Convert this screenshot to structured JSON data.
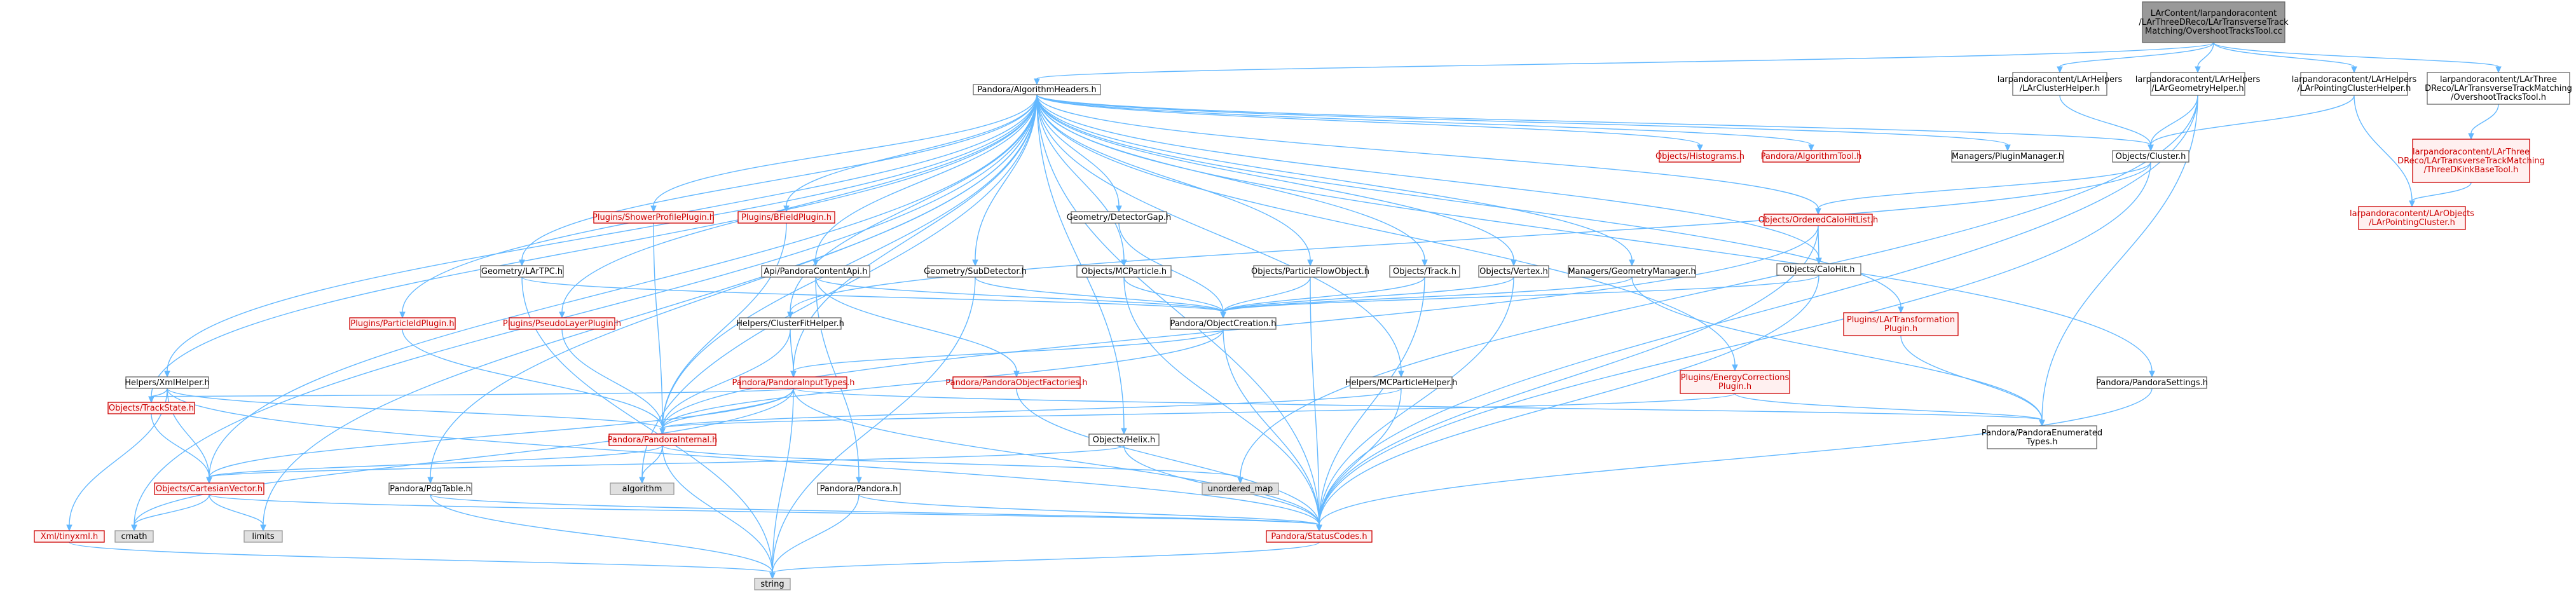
{
  "diagram": {
    "nodes": [
      {
        "id": "root",
        "kind": "root",
        "lines": [
          "LArContent/larpandoracontent",
          "/LArThreeDReco/LArTransverseTrack",
          "Matching/OvershootTracksTool.cc"
        ]
      },
      {
        "id": "algo",
        "kind": "doc",
        "lines": [
          "Pandora/AlgorithmHeaders.h"
        ]
      },
      {
        "id": "lch",
        "kind": "doc",
        "lines": [
          "larpandoracontent/LArHelpers",
          "/LArClusterHelper.h"
        ]
      },
      {
        "id": "lgh",
        "kind": "doc",
        "lines": [
          "larpandoracontent/LArHelpers",
          "/LArGeometryHelper.h"
        ]
      },
      {
        "id": "lpch",
        "kind": "doc",
        "lines": [
          "larpandoracontent/LArHelpers",
          "/LArPointingClusterHelper.h"
        ]
      },
      {
        "id": "ott",
        "kind": "doc",
        "lines": [
          "larpandoracontent/LArThree",
          "DReco/LArTransverseTrackMatching",
          "/OvershootTracksTool.h"
        ]
      },
      {
        "id": "tdkink",
        "kind": "red",
        "lines": [
          "larpandoracontent/LArThree",
          "DReco/LArTransverseTrackMatching",
          "/ThreeDKinkBaseTool.h"
        ]
      },
      {
        "id": "lpc",
        "kind": "red",
        "lines": [
          "larpandoracontent/LArObjects",
          "/LArPointingCluster.h"
        ]
      },
      {
        "id": "cluster",
        "kind": "doc",
        "lines": [
          "Objects/Cluster.h"
        ]
      },
      {
        "id": "hist",
        "kind": "red",
        "lines": [
          "Objects/Histograms.h"
        ]
      },
      {
        "id": "algtool",
        "kind": "red",
        "lines": [
          "Pandora/AlgorithmTool.h"
        ]
      },
      {
        "id": "plugmgr",
        "kind": "doc",
        "lines": [
          "Managers/PluginManager.h"
        ]
      },
      {
        "id": "ocal",
        "kind": "red",
        "lines": [
          "Objects/OrderedCaloHitList.h"
        ]
      },
      {
        "id": "calohit",
        "kind": "doc",
        "lines": [
          "Objects/CaloHit.h"
        ]
      },
      {
        "id": "geogap",
        "kind": "doc",
        "lines": [
          "Geometry/DetectorGap.h"
        ]
      },
      {
        "id": "spp",
        "kind": "red",
        "lines": [
          "Plugins/ShowerProfilePlugin.h"
        ]
      },
      {
        "id": "bfp",
        "kind": "red",
        "lines": [
          "Plugins/BFieldPlugin.h"
        ]
      },
      {
        "id": "tpc",
        "kind": "doc",
        "lines": [
          "Geometry/LArTPC.h"
        ]
      },
      {
        "id": "api",
        "kind": "doc",
        "lines": [
          "Api/PandoraContentApi.h"
        ]
      },
      {
        "id": "subdet",
        "kind": "doc",
        "lines": [
          "Geometry/SubDetector.h"
        ]
      },
      {
        "id": "mcp",
        "kind": "doc",
        "lines": [
          "Objects/MCParticle.h"
        ]
      },
      {
        "id": "pfo",
        "kind": "doc",
        "lines": [
          "Objects/ParticleFlowObject.h"
        ]
      },
      {
        "id": "track",
        "kind": "doc",
        "lines": [
          "Objects/Track.h"
        ]
      },
      {
        "id": "vertex",
        "kind": "doc",
        "lines": [
          "Objects/Vertex.h"
        ]
      },
      {
        "id": "geomgr",
        "kind": "doc",
        "lines": [
          "Managers/GeometryManager.h"
        ]
      },
      {
        "id": "ltp",
        "kind": "red",
        "lines": [
          "Plugins/LArTransformation",
          "Plugin.h"
        ]
      },
      {
        "id": "pidp",
        "kind": "red",
        "lines": [
          "Plugins/ParticleIdPlugin.h"
        ]
      },
      {
        "id": "plp",
        "kind": "red",
        "lines": [
          "Plugins/PseudoLayerPlugin.h"
        ]
      },
      {
        "id": "cfh",
        "kind": "doc",
        "lines": [
          "Helpers/ClusterFitHelper.h"
        ]
      },
      {
        "id": "oc",
        "kind": "doc",
        "lines": [
          "Pandora/ObjectCreation.h"
        ]
      },
      {
        "id": "xmlh",
        "kind": "doc",
        "lines": [
          "Helpers/XmlHelper.h"
        ]
      },
      {
        "id": "pit",
        "kind": "red",
        "lines": [
          "Pandora/PandoraInputTypes.h"
        ]
      },
      {
        "id": "pof",
        "kind": "red",
        "lines": [
          "Pandora/PandoraObjectFactories.h"
        ]
      },
      {
        "id": "mcph",
        "kind": "doc",
        "lines": [
          "Helpers/MCParticleHelper.h"
        ]
      },
      {
        "id": "ecp",
        "kind": "red",
        "lines": [
          "Plugins/EnergyCorrections",
          "Plugin.h"
        ]
      },
      {
        "id": "pset",
        "kind": "doc",
        "lines": [
          "Pandora/PandoraSettings.h"
        ]
      },
      {
        "id": "trackstate",
        "kind": "red",
        "lines": [
          "Objects/TrackState.h"
        ]
      },
      {
        "id": "pint",
        "kind": "red",
        "lines": [
          "Pandora/PandoraInternal.h"
        ]
      },
      {
        "id": "penum",
        "kind": "doc",
        "lines": [
          "Pandora/PandoraEnumerated",
          "Types.h"
        ]
      },
      {
        "id": "helix",
        "kind": "doc",
        "lines": [
          "Objects/Helix.h"
        ]
      },
      {
        "id": "umap",
        "kind": "gray",
        "lines": [
          "unordered_map"
        ]
      },
      {
        "id": "cv",
        "kind": "red",
        "lines": [
          "Objects/CartesianVector.h"
        ]
      },
      {
        "id": "algorithm",
        "kind": "gray",
        "lines": [
          "algorithm"
        ]
      },
      {
        "id": "pdg",
        "kind": "doc",
        "lines": [
          "Pandora/PdgTable.h"
        ]
      },
      {
        "id": "pandora",
        "kind": "doc",
        "lines": [
          "Pandora/Pandora.h"
        ]
      },
      {
        "id": "xml",
        "kind": "red",
        "lines": [
          "Xml/tinyxml.h"
        ]
      },
      {
        "id": "cmath",
        "kind": "gray",
        "lines": [
          "cmath"
        ]
      },
      {
        "id": "limits",
        "kind": "gray",
        "lines": [
          "limits"
        ]
      },
      {
        "id": "status",
        "kind": "red",
        "lines": [
          "Pandora/StatusCodes.h"
        ]
      },
      {
        "id": "string",
        "kind": "gray",
        "lines": [
          "string"
        ]
      }
    ],
    "edges": [
      [
        "root",
        "algo"
      ],
      [
        "root",
        "lch"
      ],
      [
        "root",
        "lgh"
      ],
      [
        "root",
        "lpch"
      ],
      [
        "root",
        "ott"
      ],
      [
        "lch",
        "cluster"
      ],
      [
        "lgh",
        "cluster"
      ],
      [
        "lgh",
        "penum"
      ],
      [
        "lgh",
        "status"
      ],
      [
        "lgh",
        "umap"
      ],
      [
        "lpch",
        "cluster"
      ],
      [
        "lpch",
        "lpc"
      ],
      [
        "ott",
        "tdkink"
      ],
      [
        "tdkink",
        "lpc"
      ],
      [
        "algo",
        "cluster"
      ],
      [
        "algo",
        "hist"
      ],
      [
        "algo",
        "algtool"
      ],
      [
        "algo",
        "plugmgr"
      ],
      [
        "algo",
        "ocal"
      ],
      [
        "algo",
        "calohit"
      ],
      [
        "algo",
        "geogap"
      ],
      [
        "algo",
        "spp"
      ],
      [
        "algo",
        "bfp"
      ],
      [
        "algo",
        "tpc"
      ],
      [
        "algo",
        "api"
      ],
      [
        "algo",
        "subdet"
      ],
      [
        "algo",
        "mcp"
      ],
      [
        "algo",
        "pfo"
      ],
      [
        "algo",
        "track"
      ],
      [
        "algo",
        "vertex"
      ],
      [
        "algo",
        "geomgr"
      ],
      [
        "algo",
        "ltp"
      ],
      [
        "algo",
        "pidp"
      ],
      [
        "algo",
        "plp"
      ],
      [
        "algo",
        "cfh"
      ],
      [
        "algo",
        "xmlh"
      ],
      [
        "algo",
        "pit"
      ],
      [
        "algo",
        "mcph"
      ],
      [
        "algo",
        "ecp"
      ],
      [
        "algo",
        "pset"
      ],
      [
        "algo",
        "trackstate"
      ],
      [
        "algo",
        "pint"
      ],
      [
        "algo",
        "helix"
      ],
      [
        "algo",
        "cv"
      ],
      [
        "algo",
        "algorithm"
      ],
      [
        "algo",
        "pdg"
      ],
      [
        "algo",
        "cmath"
      ],
      [
        "algo",
        "limits"
      ],
      [
        "algo",
        "status"
      ],
      [
        "cluster",
        "ocal"
      ],
      [
        "cluster",
        "cfh"
      ],
      [
        "cluster",
        "status"
      ],
      [
        "ocal",
        "calohit"
      ],
      [
        "ocal",
        "pint"
      ],
      [
        "ocal",
        "status"
      ],
      [
        "calohit",
        "oc"
      ],
      [
        "calohit",
        "status"
      ],
      [
        "geogap",
        "oc"
      ],
      [
        "spp",
        "pint"
      ],
      [
        "bfp",
        "pint"
      ],
      [
        "tpc",
        "oc"
      ],
      [
        "tpc",
        "string"
      ],
      [
        "api",
        "oc"
      ],
      [
        "api",
        "pof"
      ],
      [
        "api",
        "pandora"
      ],
      [
        "subdet",
        "oc"
      ],
      [
        "subdet",
        "string"
      ],
      [
        "mcp",
        "oc"
      ],
      [
        "mcp",
        "status"
      ],
      [
        "pfo",
        "oc"
      ],
      [
        "pfo",
        "status"
      ],
      [
        "track",
        "oc"
      ],
      [
        "track",
        "status"
      ],
      [
        "vertex",
        "oc"
      ],
      [
        "vertex",
        "status"
      ],
      [
        "geomgr",
        "oc"
      ],
      [
        "geomgr",
        "penum"
      ],
      [
        "ltp",
        "penum"
      ],
      [
        "pidp",
        "pint"
      ],
      [
        "plp",
        "pint"
      ],
      [
        "cfh",
        "pint"
      ],
      [
        "cfh",
        "pit"
      ],
      [
        "oc",
        "pit"
      ],
      [
        "oc",
        "pint"
      ],
      [
        "oc",
        "status"
      ],
      [
        "xmlh",
        "trackstate"
      ],
      [
        "xmlh",
        "pint"
      ],
      [
        "xmlh",
        "xml"
      ],
      [
        "xmlh",
        "cv"
      ],
      [
        "xmlh",
        "status"
      ],
      [
        "pit",
        "trackstate"
      ],
      [
        "pit",
        "pint"
      ],
      [
        "pit",
        "penum"
      ],
      [
        "pit",
        "string"
      ],
      [
        "pit",
        "status"
      ],
      [
        "pit",
        "cmath"
      ],
      [
        "pit",
        "cv"
      ],
      [
        "pof",
        "status"
      ],
      [
        "mcph",
        "pint"
      ],
      [
        "mcph",
        "status"
      ],
      [
        "ecp",
        "pint"
      ],
      [
        "ecp",
        "penum"
      ],
      [
        "pset",
        "status"
      ],
      [
        "trackstate",
        "cv"
      ],
      [
        "pint",
        "algorithm"
      ],
      [
        "pint",
        "umap"
      ],
      [
        "pint",
        "string"
      ],
      [
        "pint",
        "cv"
      ],
      [
        "helix",
        "cv"
      ],
      [
        "helix",
        "status"
      ],
      [
        "cv",
        "cmath"
      ],
      [
        "cv",
        "limits"
      ],
      [
        "cv",
        "status"
      ],
      [
        "pdg",
        "status"
      ],
      [
        "pdg",
        "string"
      ],
      [
        "pandora",
        "status"
      ],
      [
        "pandora",
        "string"
      ],
      [
        "xml",
        "string"
      ],
      [
        "status",
        "string"
      ]
    ]
  }
}
